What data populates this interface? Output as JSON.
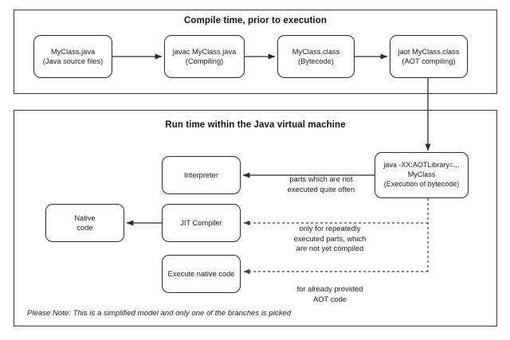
{
  "diagram": {
    "note": "Please Note: This is a simplified model and only one of the branches is picked"
  },
  "compile_section": {
    "title": "Compile time, prior to execution",
    "nodes": [
      {
        "line1": "MyClass.java",
        "line2": "(Java source files)"
      },
      {
        "line1": "javac MyClass.java",
        "line2": "(Compiling)"
      },
      {
        "line1": "MyClass.class",
        "line2": "(Bytecode)"
      },
      {
        "line1": "jaot MyClass.class",
        "line2": "(AOT compiling)"
      }
    ]
  },
  "runtime_section": {
    "title": "Run time within the Java virtual machine",
    "nodes": {
      "java_exec": {
        "line1": "java -XX:AOTLibrary=...",
        "line2": "MyClass",
        "line3": "(Execution of bytecode)"
      },
      "interpreter": {
        "line1": "Interpreter"
      },
      "jit_compiler": {
        "line1": "JIT Compiler"
      },
      "native_code": {
        "line1": "Native",
        "line2": "code"
      },
      "execute_native": {
        "line1": "Execute native code"
      }
    },
    "edge_labels": {
      "to_interpreter": "parts which are not\nexecuted quite often",
      "to_jit": "only for repeatedly\nexecuted parts, which\nare not yet compiled",
      "to_execute_native": "for already provided\nAOT code"
    }
  },
  "colors": {
    "stroke": "#2b2b2b",
    "background": "#ffffff",
    "text": "#1a1a1a"
  }
}
